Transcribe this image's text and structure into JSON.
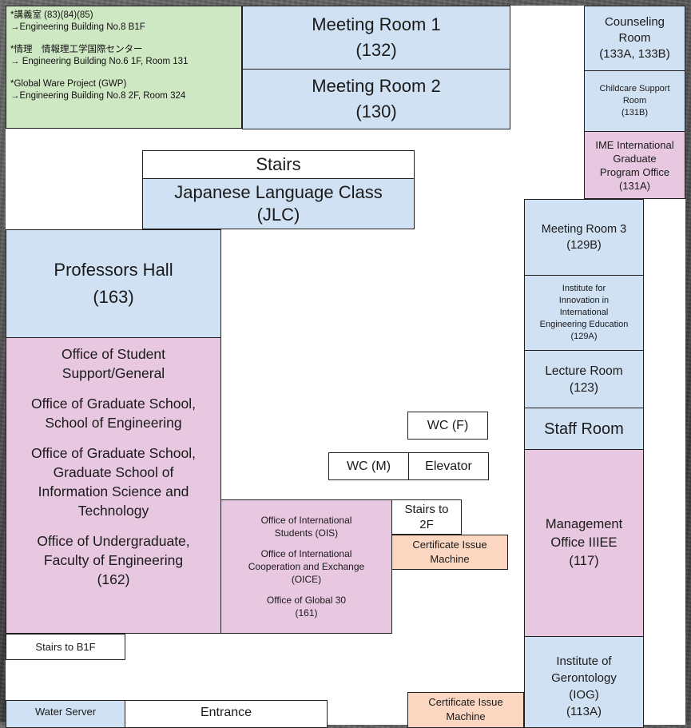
{
  "notes": {
    "items": [
      {
        "title": "*講義室 (83)(84)(85)",
        "detail": "→Engineering Building No.8 B1F"
      },
      {
        "title": "*情理　情報理工学国際センター",
        "detail": "→ Engineering Building No.6 1F, Room 131"
      },
      {
        "title": "*Global Ware Project (GWP)",
        "detail": "→Engineering Building No.8 2F, Room 324"
      }
    ]
  },
  "rooms": {
    "meeting_room_1": [
      "Meeting Room 1",
      "(132)"
    ],
    "meeting_room_2": [
      "Meeting Room 2",
      "(130)"
    ],
    "counseling_room": [
      "Counseling",
      "Room",
      "(133A, 133B)"
    ],
    "childcare_room": [
      "Childcare  Support",
      "Room",
      "(131B)"
    ],
    "ime_office": [
      "IME International",
      "Graduate",
      "Program Office",
      "(131A)"
    ],
    "stairs_top": "Stairs",
    "jlc": [
      "Japanese Language Class",
      "(JLC)"
    ],
    "meeting_room_3": [
      "Meeting Room 3",
      "(129B)"
    ],
    "iiiee": [
      "Institute for",
      "Innovation in",
      "International",
      "Engineering Education",
      "(129A)"
    ],
    "professors_hall": [
      "Professors Hall",
      "(163)"
    ],
    "lecture_room": [
      "Lecture Room",
      "(123)"
    ],
    "staff_room": "Staff Room",
    "office_162": [
      [
        "Office of Student",
        "Support/General"
      ],
      [
        "Office of Graduate School,",
        "School of Engineering"
      ],
      [
        "Office of Graduate School,",
        "Graduate School of",
        "Information Science and",
        "Technology"
      ],
      [
        "Office of Undergraduate,",
        "Faculty of Engineering",
        "(162)"
      ]
    ],
    "wc_f": "WC (F)",
    "wc_m": "WC (M)",
    "elevator": "Elevator",
    "management_office": [
      "Management",
      "Office IIIEE",
      "(117)"
    ],
    "office_161": [
      [
        "Office of International",
        "Students (OIS)"
      ],
      [
        "Office of International",
        "Cooperation and Exchange",
        "(OICE)"
      ],
      [
        "Office of Global 30",
        "(161)"
      ]
    ],
    "stairs_2f": [
      "Stairs to",
      "2F"
    ],
    "certificate_machine_1": [
      "Certificate Issue",
      "Machine"
    ],
    "stairs_b1f": "Stairs to B1F",
    "gerontology": [
      "Institute of",
      "Gerontology",
      "(IOG)",
      "(113A)"
    ],
    "water_server": "Water Server",
    "entrance": "Entrance",
    "certificate_machine_2": [
      "Certificate Issue",
      "Machine"
    ]
  }
}
